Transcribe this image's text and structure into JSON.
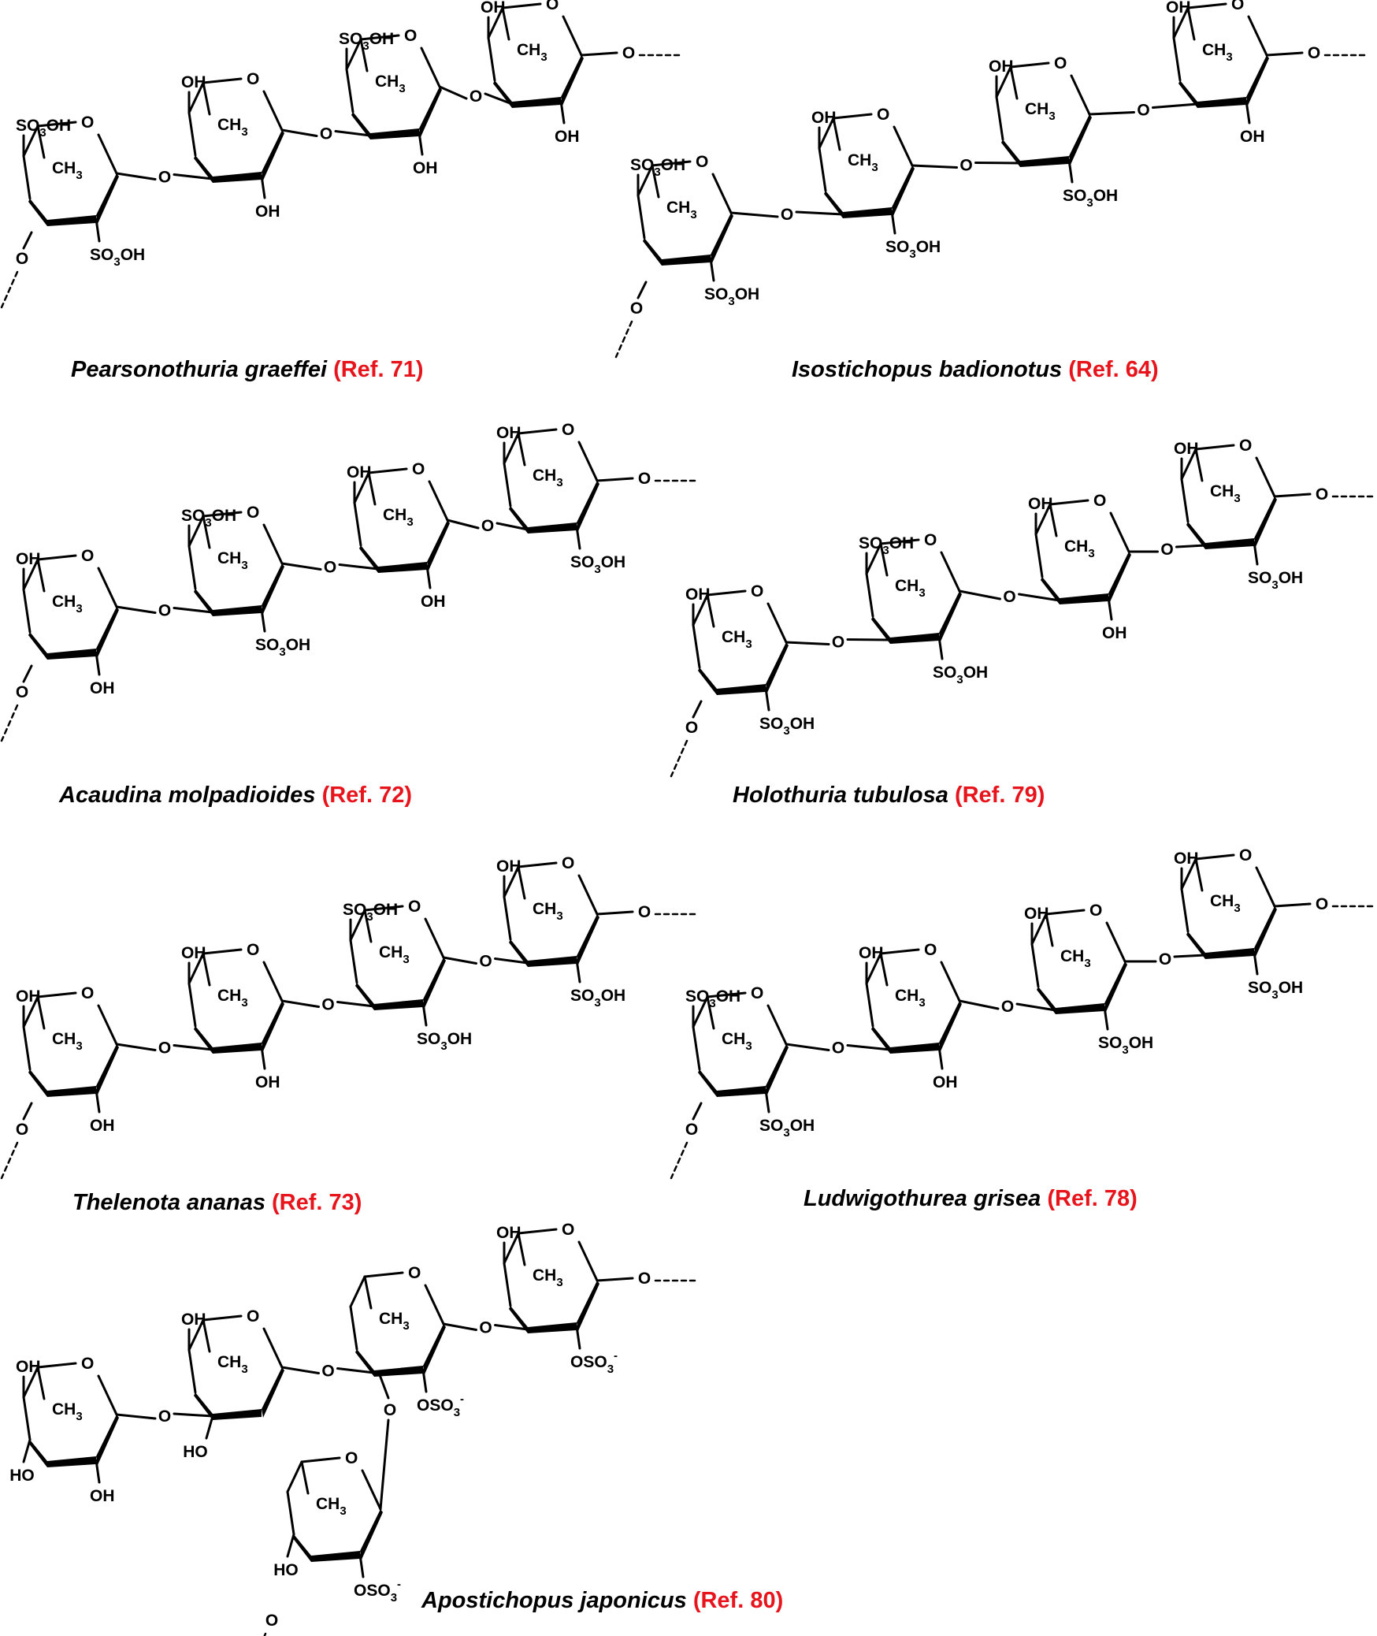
{
  "panels": [
    {
      "species": "Pearsonothuria graeffei",
      "ref": "(Ref. 71)",
      "units": [
        {
          "top": "SO3OH",
          "bottom": "SO3OH",
          "bottom_side": "right"
        },
        {
          "top": "OH",
          "bottom": "OH",
          "bottom_side": "right"
        },
        {
          "top": "SO3OH",
          "bottom": "OH",
          "bottom_side": "right"
        },
        {
          "top": "OH",
          "bottom": "OH",
          "bottom_side": "right"
        }
      ]
    },
    {
      "species": "Isostichopus badionotus",
      "ref": "(Ref. 64)",
      "units": [
        {
          "top": "SO3OH",
          "bottom": "SO3OH",
          "bottom_side": "right"
        },
        {
          "top": "OH",
          "bottom": "SO3OH",
          "bottom_side": "right"
        },
        {
          "top": "OH",
          "bottom": "SO3OH",
          "bottom_side": "right"
        },
        {
          "top": "OH",
          "bottom": "OH",
          "bottom_side": "right"
        }
      ]
    },
    {
      "species": "Acaudina molpadioides",
      "ref": "(Ref. 72)",
      "units": [
        {
          "top": "OH",
          "bottom": "OH",
          "bottom_side": "right"
        },
        {
          "top": "SO3OH",
          "bottom": "SO3OH",
          "bottom_side": "right"
        },
        {
          "top": "OH",
          "bottom": "OH",
          "bottom_side": "right"
        },
        {
          "top": "OH",
          "bottom": "SO3OH",
          "bottom_side": "right"
        }
      ]
    },
    {
      "species": "Holothuria tubulosa",
      "ref": "(Ref. 79)",
      "units": [
        {
          "top": "OH",
          "bottom": "SO3OH",
          "bottom_side": "right"
        },
        {
          "top": "SO3OH",
          "bottom": "SO3OH",
          "bottom_side": "right"
        },
        {
          "top": "OH",
          "bottom": "OH",
          "bottom_side": "right"
        },
        {
          "top": "OH",
          "bottom": "SO3OH",
          "bottom_side": "right"
        }
      ]
    },
    {
      "species": "Thelenota ananas",
      "ref": "(Ref. 73)",
      "units": [
        {
          "top": "OH",
          "bottom": "OH",
          "bottom_side": "right"
        },
        {
          "top": "OH",
          "bottom": "OH",
          "bottom_side": "right"
        },
        {
          "top": "SO3OH",
          "bottom": "SO3OH",
          "bottom_side": "right"
        },
        {
          "top": "OH",
          "bottom": "SO3OH",
          "bottom_side": "right"
        }
      ]
    },
    {
      "species": "Ludwigothurea grisea",
      "ref": "(Ref. 78)",
      "units": [
        {
          "top": "SO3OH",
          "bottom": "SO3OH",
          "bottom_side": "right"
        },
        {
          "top": "OH",
          "bottom": "OH",
          "bottom_side": "right"
        },
        {
          "top": "OH",
          "bottom": "SO3OH",
          "bottom_side": "right"
        },
        {
          "top": "OH",
          "bottom": "SO3OH",
          "bottom_side": "right"
        }
      ]
    },
    {
      "species": "Apostichopus japonicus",
      "ref": "(Ref. 80)",
      "units": [
        {
          "top": "OH",
          "bottom": "OH",
          "bottom_side": "right",
          "extra": "HO"
        },
        {
          "top": "OH",
          "bottom": "HO",
          "bottom_side": "left"
        },
        {
          "top": "",
          "bottom": "OSO3-",
          "bottom_side": "right"
        },
        {
          "top": "OH",
          "bottom": "OSO3-",
          "bottom_side": "right"
        }
      ],
      "branch": {
        "bottom": "OSO3-",
        "left": "HO"
      }
    }
  ],
  "atoms": {
    "ring_o": "O",
    "methyl": "CH3",
    "link_o": "O"
  },
  "colors": {
    "ink": "#000000",
    "ref": "#e8141c"
  }
}
